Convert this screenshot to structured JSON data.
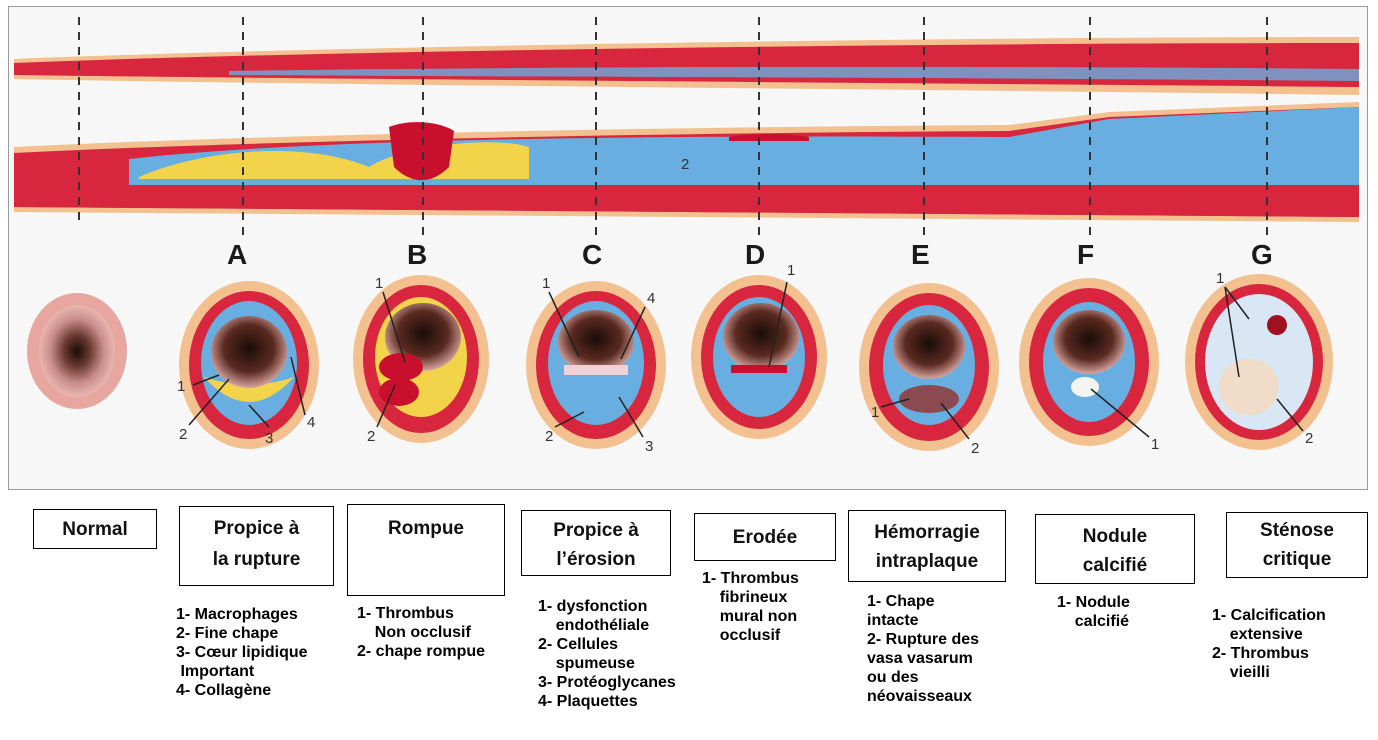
{
  "letters": [
    "A",
    "B",
    "C",
    "D",
    "E",
    "F",
    "G"
  ],
  "lesion_number_label": "2",
  "cross_section_numbers": {
    "A": [
      "1",
      "2",
      "3",
      "4"
    ],
    "B": [
      "1",
      "2"
    ],
    "C": [
      "1",
      "2",
      "3",
      "4"
    ],
    "D": [
      "1"
    ],
    "E": [
      "1",
      "2"
    ],
    "F": [
      "1"
    ],
    "G": [
      "1",
      "2"
    ]
  },
  "boxes": [
    {
      "id": "normal",
      "lines": [
        "Normal"
      ]
    },
    {
      "id": "rupture-prone",
      "lines": [
        "Propice à",
        "la rupture"
      ]
    },
    {
      "id": "ruptured",
      "lines": [
        "Rompue"
      ]
    },
    {
      "id": "erosion-prone",
      "lines": [
        "Propice à",
        "l’érosion"
      ]
    },
    {
      "id": "eroded",
      "lines": [
        "Erodée"
      ]
    },
    {
      "id": "hemorrhage",
      "lines": [
        "Hémorragie",
        "intraplaque"
      ]
    },
    {
      "id": "calcified-nodule",
      "lines": [
        "Nodule",
        "calcifié"
      ]
    },
    {
      "id": "stenosis",
      "lines": [
        "Sténose",
        "critique"
      ]
    }
  ],
  "descriptions": {
    "A": "1- Macrophages\n2- Fine chape\n3- Cœur lipidique\n Important\n4- Collagène",
    "B": "1- Thrombus\n    Non occlusif\n2- chape rompue",
    "C": "1- dysfonction\n    endothéliale\n2- Cellules\n    spumeuse\n3- Protéoglycanes\n4- Plaquettes",
    "D": "1- Thrombus\n    fibrineux\n    mural non\n    occlusif",
    "E": "1- Chape\nintacte\n2- Rupture des\nvasa vasarum\nou des\nnéovaisseaux",
    "F": "1- Nodule\n    calcifié",
    "G": "1- Calcification\n    extensive\n2- Thrombus\n    vieilli"
  },
  "colors": {
    "media_red": "#d7263d",
    "adventitia": "#f2c18f",
    "intima_blue": "#69aee0",
    "lipid_yellow": "#f3d34a",
    "lumen_dark": "#2a1510",
    "thrombus": "#c8102e"
  }
}
